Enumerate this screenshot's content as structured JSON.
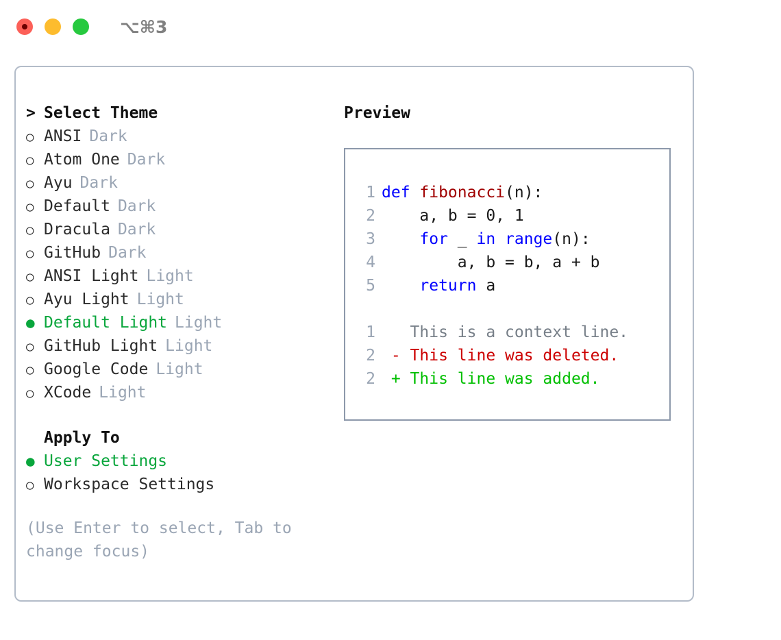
{
  "titlebar": {
    "shortcut": "⌥⌘3",
    "buttons": [
      {
        "name": "close-button",
        "color": "#fc6058"
      },
      {
        "name": "minimize-button",
        "color": "#fdbc2e"
      },
      {
        "name": "maximize-button",
        "color": "#27c93f"
      }
    ]
  },
  "theme_picker": {
    "prompt_marker": ">",
    "heading": "Select Theme",
    "marker_unselected": "○",
    "marker_selected": "●",
    "items": [
      {
        "label": "ANSI",
        "tag": "Dark",
        "selected": false
      },
      {
        "label": "Atom One",
        "tag": "Dark",
        "selected": false
      },
      {
        "label": "Ayu",
        "tag": "Dark",
        "selected": false
      },
      {
        "label": "Default",
        "tag": "Dark",
        "selected": false
      },
      {
        "label": "Dracula",
        "tag": "Dark",
        "selected": false
      },
      {
        "label": "GitHub",
        "tag": "Dark",
        "selected": false
      },
      {
        "label": "ANSI Light",
        "tag": "Light",
        "selected": false
      },
      {
        "label": "Ayu Light",
        "tag": "Light",
        "selected": false
      },
      {
        "label": "Default Light",
        "tag": "Light",
        "selected": true
      },
      {
        "label": "GitHub Light",
        "tag": "Light",
        "selected": false
      },
      {
        "label": "Google Code",
        "tag": "Light",
        "selected": false
      },
      {
        "label": "XCode",
        "tag": "Light",
        "selected": false
      }
    ]
  },
  "apply_to": {
    "heading": "Apply To",
    "items": [
      {
        "label": "User Settings",
        "selected": true
      },
      {
        "label": "Workspace Settings",
        "selected": false
      }
    ]
  },
  "hint": "(Use Enter to select, Tab to change focus)",
  "preview": {
    "title": "Preview",
    "code_lines": [
      {
        "num": "1",
        "tokens": [
          {
            "t": "def ",
            "c": "kw"
          },
          {
            "t": "fibonacci",
            "c": "fn"
          },
          {
            "t": "(n):",
            "c": "plain"
          }
        ]
      },
      {
        "num": "2",
        "tokens": [
          {
            "t": "    a, b = 0, 1",
            "c": "plain"
          }
        ]
      },
      {
        "num": "3",
        "tokens": [
          {
            "t": "    ",
            "c": "plain"
          },
          {
            "t": "for",
            "c": "kw"
          },
          {
            "t": " _ ",
            "c": "plain"
          },
          {
            "t": "in",
            "c": "kw"
          },
          {
            "t": " ",
            "c": "plain"
          },
          {
            "t": "range",
            "c": "bi"
          },
          {
            "t": "(n):",
            "c": "plain"
          }
        ]
      },
      {
        "num": "4",
        "tokens": [
          {
            "t": "        a, b = b, a + b",
            "c": "plain"
          }
        ]
      },
      {
        "num": "5",
        "tokens": [
          {
            "t": "    ",
            "c": "plain"
          },
          {
            "t": "return",
            "c": "kw"
          },
          {
            "t": " a",
            "c": "plain"
          }
        ]
      }
    ],
    "diff_lines": [
      {
        "num": "1",
        "sign": " ",
        "text": "This is a context line.",
        "kind": "ctx"
      },
      {
        "num": "2",
        "sign": "-",
        "text": "This line was deleted.",
        "kind": "del"
      },
      {
        "num": "2",
        "sign": "+",
        "text": "This line was added.",
        "kind": "add"
      }
    ]
  },
  "colors": {
    "selection_green": "#09a63c",
    "tag_gray": "#9aa5b4",
    "diff_deleted": "#cc0000",
    "diff_added": "#00bf00",
    "keyword_blue": "#0000ff",
    "function_red": "#a00000",
    "panel_border": "#b3bcc9",
    "preview_border": "#8d99ab"
  }
}
